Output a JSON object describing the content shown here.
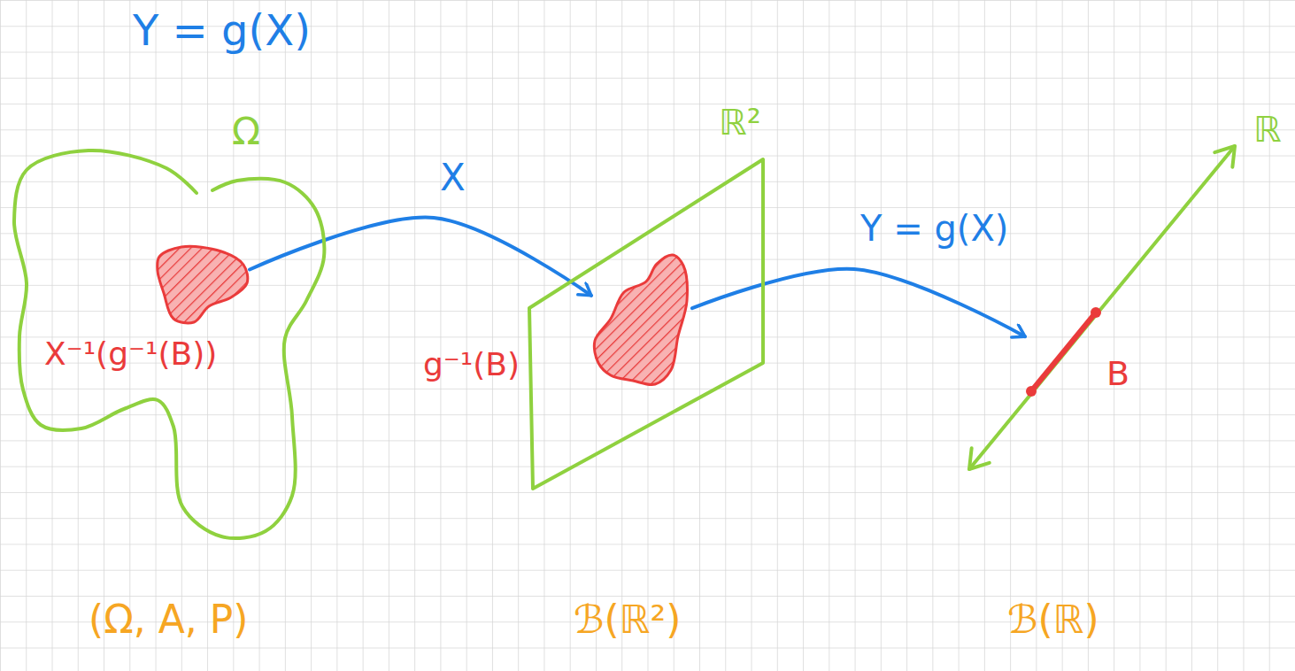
{
  "diagram": {
    "title": "Y = g(X)",
    "nodes": [
      {
        "text": [
          "Ω"
        ]
      },
      {
        "text": [
          "X⁻¹(g⁻¹(B))"
        ],
        "in": 0
      },
      {
        "text": [
          "ℝ²"
        ]
      },
      {
        "text": [
          "g⁻¹(B)"
        ],
        "in": 2
      },
      {
        "text": [
          "ℝ"
        ]
      },
      {
        "text": [
          "B"
        ],
        "in": 4
      }
    ],
    "edges": [
      {
        "from": 1,
        "to": 3,
        "arrow": "to",
        "label": "X"
      },
      {
        "from": 3,
        "to": 5,
        "arrow": "to",
        "label": "Y = g(X)"
      }
    ],
    "labels": [
      "(Ω, A, P)",
      "ℬ(ℝ²)",
      "ℬ(ℝ)"
    ]
  }
}
